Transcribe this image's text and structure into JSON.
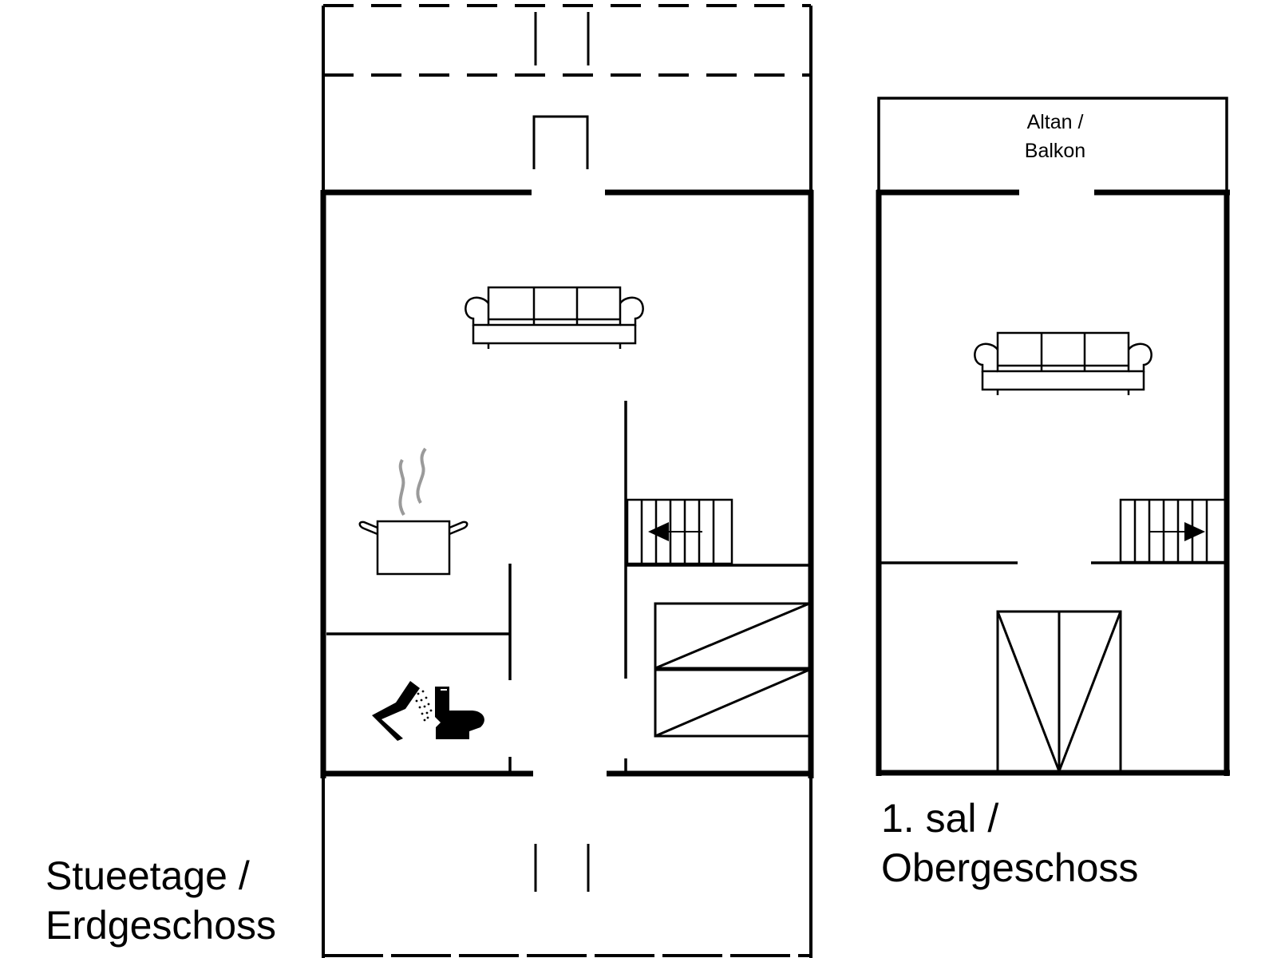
{
  "floors": {
    "ground": {
      "label_line1": "Stueetage /",
      "label_line2": "Erdgeschoss"
    },
    "upper": {
      "label_line1": "1. sal /",
      "label_line2": "Obergeschoss",
      "balcony_line1": "Altan /",
      "balcony_line2": "Balkon"
    }
  },
  "icons": {
    "ground": [
      "sofa-icon",
      "cooking-pot-icon",
      "shower-icon",
      "toilet-icon",
      "staircase-icon",
      "bed-icon"
    ],
    "upper": [
      "sofa-icon",
      "staircase-icon",
      "wardrobe-icon"
    ]
  },
  "colors": {
    "line": "#000000",
    "steam": "#9a9a9a",
    "background": "#ffffff"
  }
}
